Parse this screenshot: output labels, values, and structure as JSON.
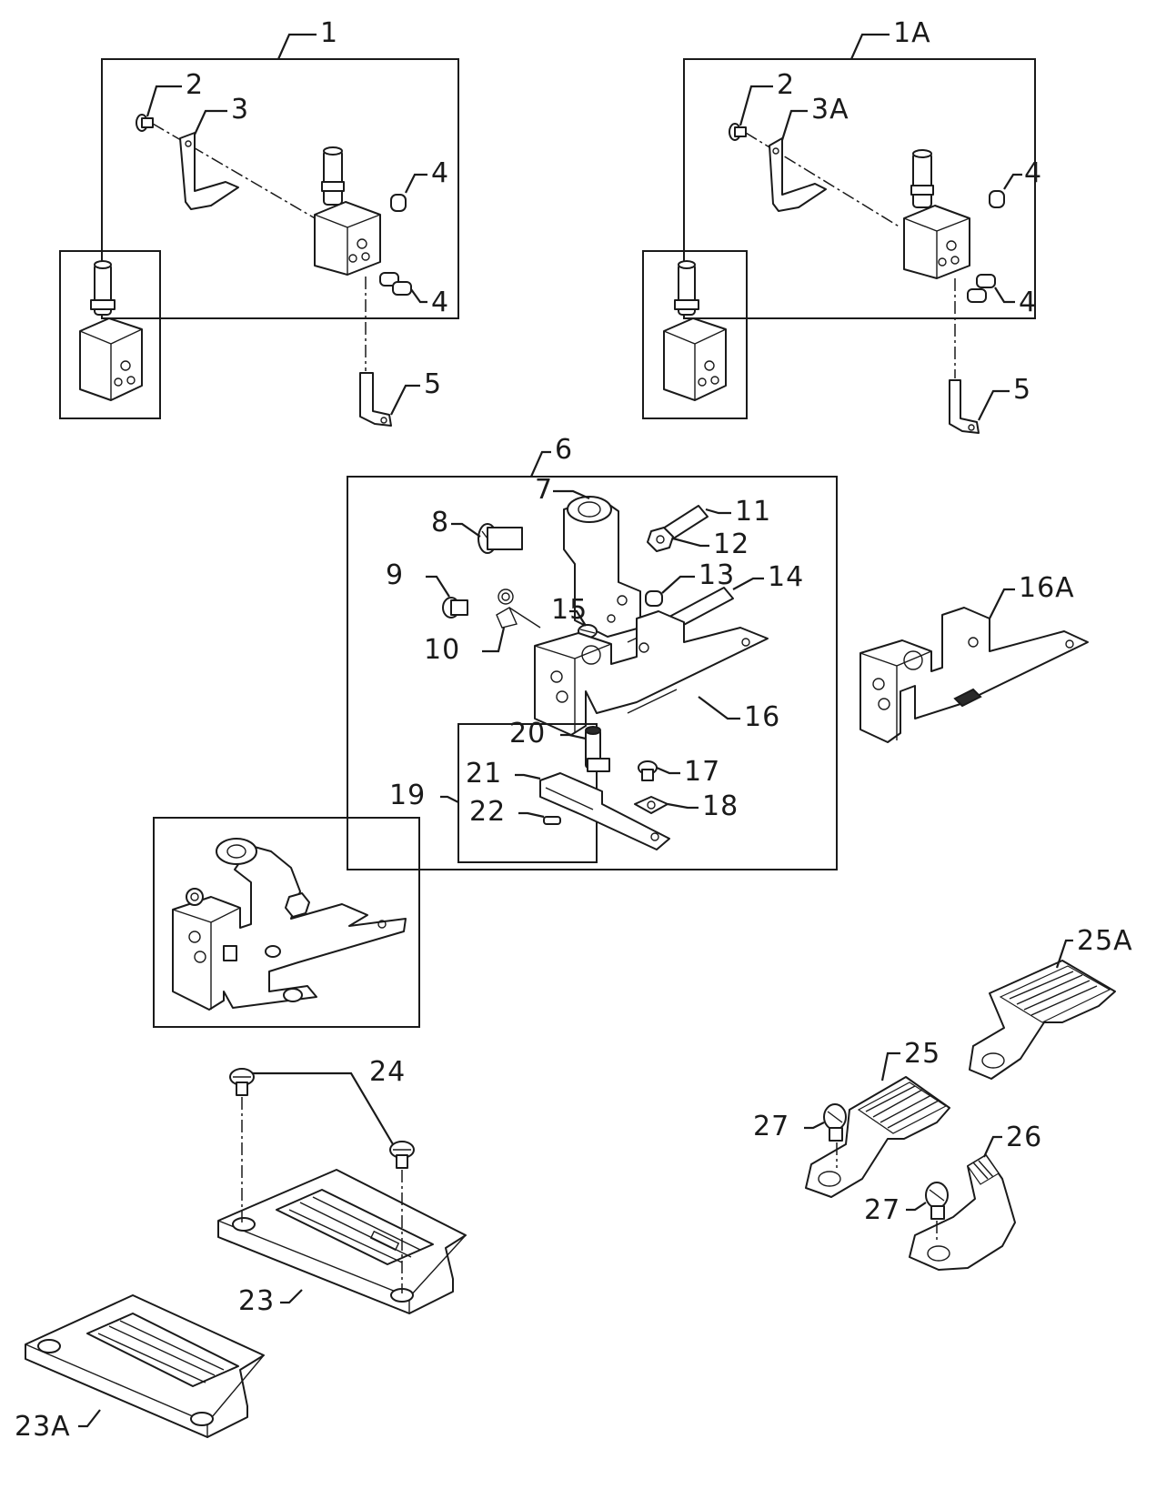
{
  "diagram": {
    "callouts": [
      {
        "id": "c1",
        "text": "1"
      },
      {
        "id": "c1a",
        "text": "1A"
      },
      {
        "id": "c2l",
        "text": "2"
      },
      {
        "id": "c3",
        "text": "3"
      },
      {
        "id": "c4l1",
        "text": "4"
      },
      {
        "id": "c4l2",
        "text": "4"
      },
      {
        "id": "c5l",
        "text": "5"
      },
      {
        "id": "c2r",
        "text": "2"
      },
      {
        "id": "c3a",
        "text": "3A"
      },
      {
        "id": "c4r1",
        "text": "4"
      },
      {
        "id": "c4r2",
        "text": "4"
      },
      {
        "id": "c5r",
        "text": "5"
      },
      {
        "id": "c6",
        "text": "6"
      },
      {
        "id": "c7",
        "text": "7"
      },
      {
        "id": "c8",
        "text": "8"
      },
      {
        "id": "c9",
        "text": "9"
      },
      {
        "id": "c10",
        "text": "10"
      },
      {
        "id": "c11",
        "text": "11"
      },
      {
        "id": "c12",
        "text": "12"
      },
      {
        "id": "c13",
        "text": "13"
      },
      {
        "id": "c14",
        "text": "14"
      },
      {
        "id": "c15",
        "text": "15"
      },
      {
        "id": "c16",
        "text": "16"
      },
      {
        "id": "c16a",
        "text": "16A"
      },
      {
        "id": "c17",
        "text": "17"
      },
      {
        "id": "c18",
        "text": "18"
      },
      {
        "id": "c19",
        "text": "19"
      },
      {
        "id": "c20",
        "text": "20"
      },
      {
        "id": "c21",
        "text": "21"
      },
      {
        "id": "c22",
        "text": "22"
      },
      {
        "id": "c23",
        "text": "23"
      },
      {
        "id": "c23a",
        "text": "23A"
      },
      {
        "id": "c24",
        "text": "24"
      },
      {
        "id": "c25",
        "text": "25"
      },
      {
        "id": "c25a",
        "text": "25A"
      },
      {
        "id": "c26",
        "text": "26"
      },
      {
        "id": "c27a",
        "text": "27"
      },
      {
        "id": "c27b",
        "text": "27"
      }
    ]
  }
}
